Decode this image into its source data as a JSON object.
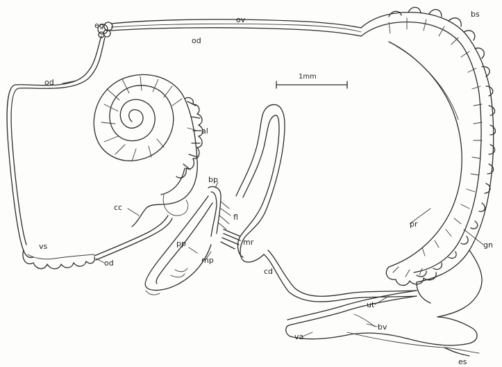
{
  "colors": {
    "ink": "#2b2b2b",
    "paper": "#fdfdfc"
  },
  "scale_bar": {
    "label": "1mm"
  },
  "labels": {
    "eg": "eg",
    "ov": "ov",
    "od_upper": "od",
    "bs": "bs",
    "od_left": "od",
    "al": "al",
    "cc": "cc",
    "vs": "vs",
    "od_lower": "od",
    "bp": "bp",
    "fl": "fl",
    "mr": "mr",
    "pp": "pp",
    "mp": "mp",
    "cd": "cd",
    "pr": "pr",
    "gn": "gn",
    "ut": "ut",
    "bv": "bv",
    "va": "va",
    "es": "es"
  }
}
